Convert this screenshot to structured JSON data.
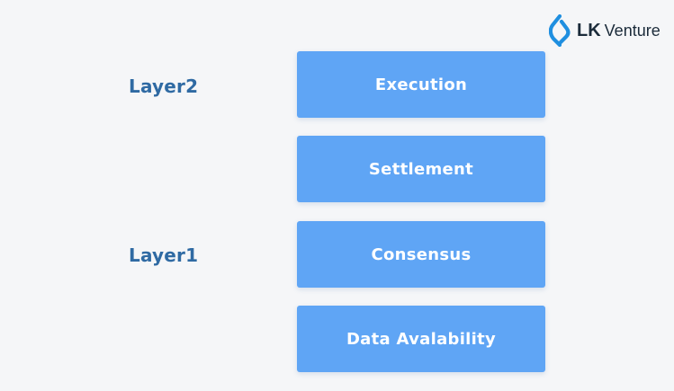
{
  "logo": {
    "brand": "LK",
    "name": "Venture",
    "icon": "lk-venture-mark"
  },
  "labels": {
    "layer2": "Layer2",
    "layer1": "Layer1"
  },
  "blocks": {
    "execution": "Execution",
    "settlement": "Settlement",
    "consensus": "Consensus",
    "data_availability": "Data Avalability"
  },
  "colors": {
    "block_fill": "#5fa5f5",
    "label_text": "#2f6aa3",
    "background": "#f5f6f8",
    "logo_accent": "#1f8fe0"
  }
}
